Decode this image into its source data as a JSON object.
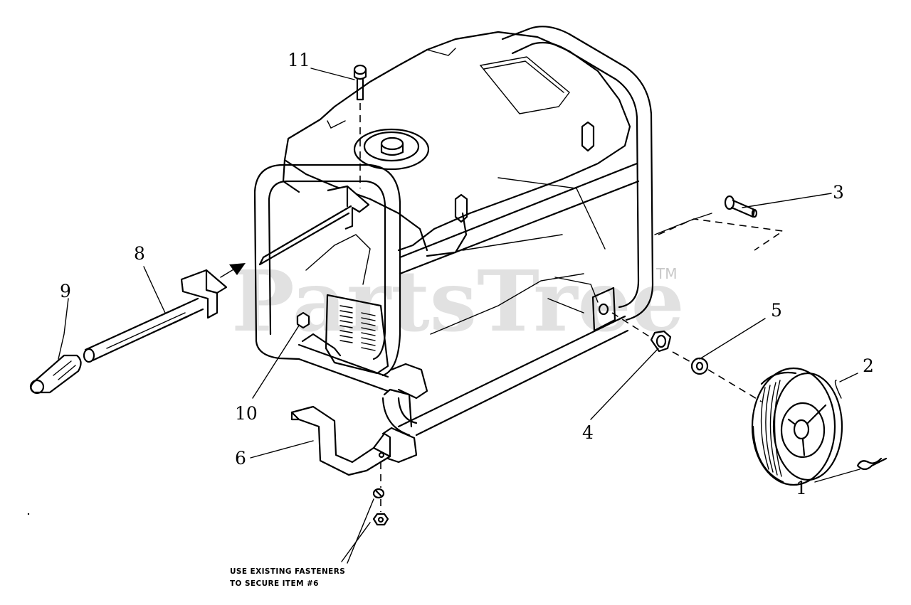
{
  "watermark": {
    "text": "PartsTree",
    "trademark": "TM"
  },
  "callouts": [
    {
      "id": "c1",
      "label": "1"
    },
    {
      "id": "c2",
      "label": "2"
    },
    {
      "id": "c3",
      "label": "3"
    },
    {
      "id": "c4",
      "label": "4"
    },
    {
      "id": "c5",
      "label": "5"
    },
    {
      "id": "c6",
      "label": "6"
    },
    {
      "id": "c8",
      "label": "8"
    },
    {
      "id": "c9",
      "label": "9"
    },
    {
      "id": "c10",
      "label": "10"
    },
    {
      "id": "c11",
      "label": "11"
    }
  ],
  "note": {
    "line1": "USE EXISTING FASTENERS",
    "line2": "TO SECURE ITEM #6"
  }
}
